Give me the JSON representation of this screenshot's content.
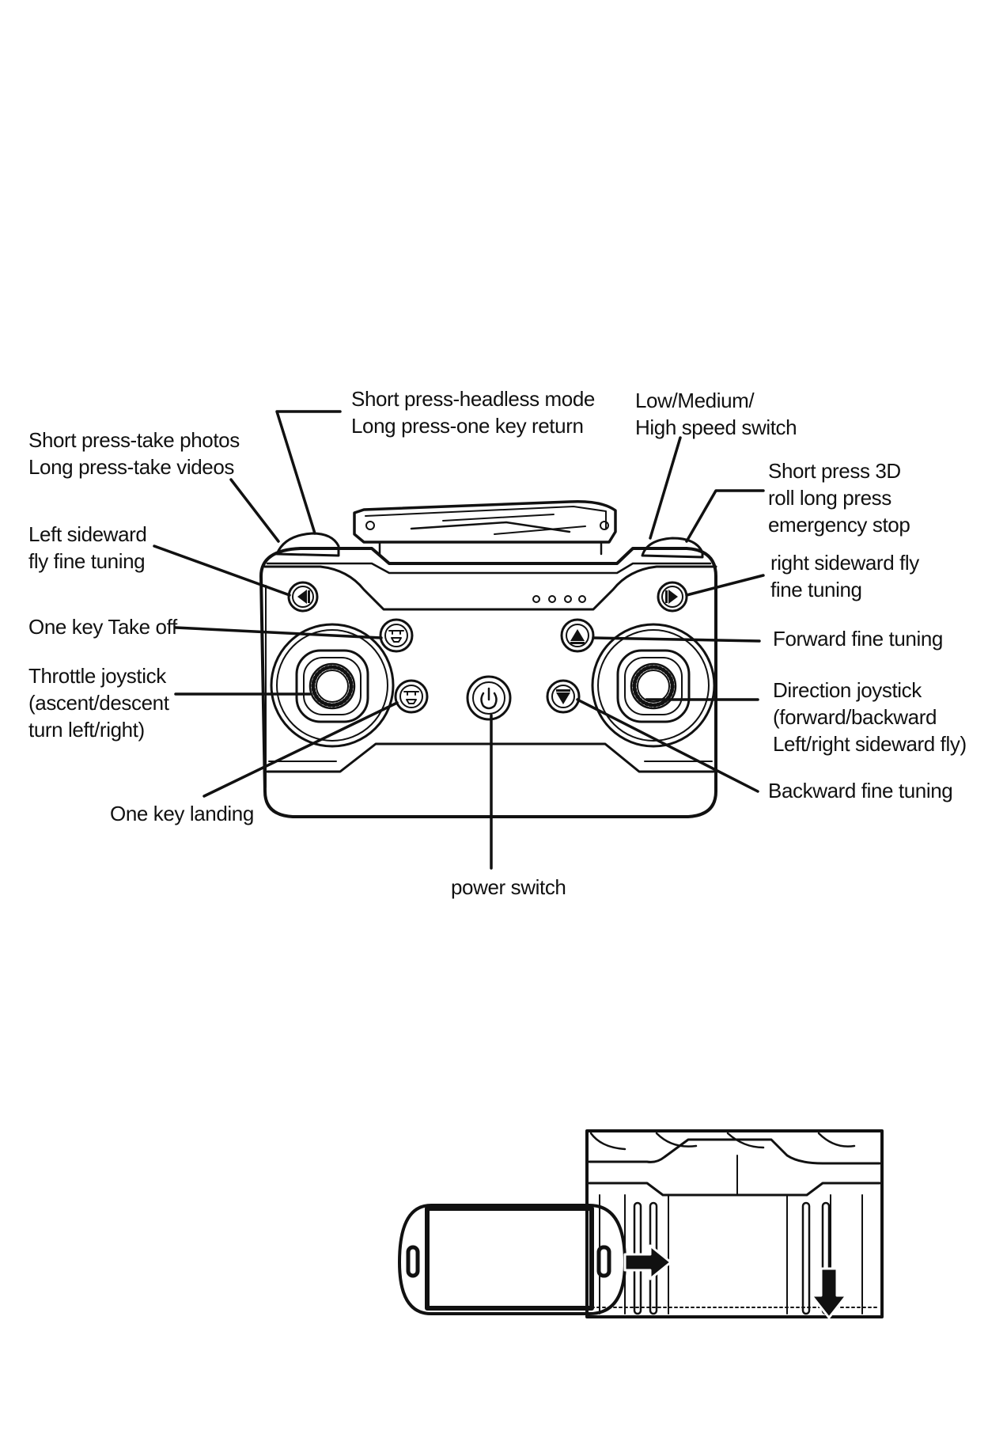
{
  "labels": {
    "shutter": [
      "Short press-take photos",
      "Long press-take videos"
    ],
    "headless": [
      "Short press-headless mode",
      "Long press-one key return"
    ],
    "speed": [
      "Low/Medium/",
      "High speed switch"
    ],
    "roll": [
      "Short press 3D",
      "roll long press",
      "emergency stop"
    ],
    "left_trim": [
      "Left sideward",
      "fly fine tuning"
    ],
    "right_trim": [
      "right sideward fly",
      "fine tuning"
    ],
    "takeoff": "One key Take off",
    "forward_trim": "Forward fine tuning",
    "throttle": [
      "Throttle joystick",
      "(ascent/descent",
      "turn left/right)"
    ],
    "direction": [
      "Direction joystick",
      "(forward/backward",
      "Left/right sideward fly)"
    ],
    "landing": "One key landing",
    "backward_trim": "Backward fine tuning",
    "power": "power switch"
  },
  "colors": {
    "line": "#111111",
    "background": "#ffffff"
  }
}
